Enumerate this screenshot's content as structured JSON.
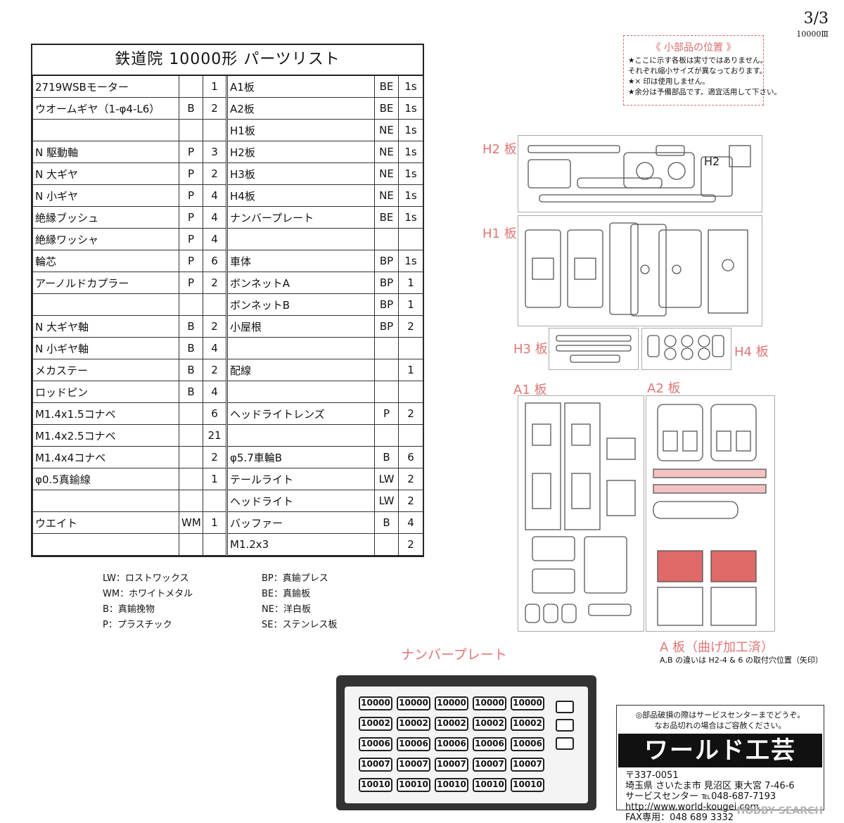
{
  "page_number": "3/3",
  "model_code": "10000Ⅲ",
  "parts_list": {
    "title": "鉄道院  10000形  パーツリスト",
    "rows": [
      [
        "2719WSBモーター",
        "",
        "1",
        "A1板",
        "BE",
        "1s"
      ],
      [
        "ウオームギヤ（1-φ4-L6）",
        "B",
        "2",
        "A2板",
        "BE",
        "1s"
      ],
      [
        "",
        "",
        "",
        "H1板",
        "NE",
        "1s"
      ],
      [
        "N 駆動軸",
        "P",
        "3",
        "H2板",
        "NE",
        "1s"
      ],
      [
        "N 大ギヤ",
        "P",
        "2",
        "H3板",
        "NE",
        "1s"
      ],
      [
        "N 小ギヤ",
        "P",
        "4",
        "H4板",
        "NE",
        "1s"
      ],
      [
        "絶縁ブッシュ",
        "P",
        "4",
        "ナンバープレート",
        "BE",
        "1s"
      ],
      [
        "絶縁ワッシャ",
        "P",
        "4",
        "",
        "",
        ""
      ],
      [
        "輪芯",
        "P",
        "6",
        "車体",
        "BP",
        "1s"
      ],
      [
        "アーノルドカプラー",
        "P",
        "2",
        "ボンネットA",
        "BP",
        "1"
      ],
      [
        "",
        "",
        "",
        "ボンネットB",
        "BP",
        "1"
      ],
      [
        "N 大ギヤ軸",
        "B",
        "2",
        "小屋根",
        "BP",
        "2"
      ],
      [
        "N 小ギヤ軸",
        "B",
        "4",
        "",
        "",
        ""
      ],
      [
        "メカステー",
        "B",
        "2",
        "配線",
        "",
        "1"
      ],
      [
        "ロッドピン",
        "B",
        "4",
        "",
        "",
        ""
      ],
      [
        "M1.4x1.5コナベ",
        "",
        "6",
        "ヘッドライトレンズ",
        "P",
        "2"
      ],
      [
        "M1.4x2.5コナベ",
        "",
        "21",
        "",
        "",
        ""
      ],
      [
        "M1.4x4コナベ",
        "",
        "2",
        "φ5.7車輪B",
        "B",
        "6"
      ],
      [
        "φ0.5真鍮線",
        "",
        "1",
        "テールライト",
        "LW",
        "2"
      ],
      [
        "",
        "",
        "",
        "ヘッドライト",
        "LW",
        "2"
      ],
      [
        "ウエイト",
        "WM",
        "1",
        "バッファー",
        "B",
        "4"
      ],
      [
        "",
        "",
        "",
        "M1.2x3",
        "",
        "2"
      ]
    ]
  },
  "legend": {
    "left": [
      "LW：ロストワックス",
      "WM：ホワイトメタル",
      "B：真鍮挽物",
      "P：プラスチック"
    ],
    "right": [
      "BP：真鍮プレス",
      "BE：真鍮板",
      "NE：洋白板",
      "SE：ステンレス板"
    ]
  },
  "notes": {
    "title": "《 小部品の位置 》",
    "lines": [
      "★ここに示す各板は実寸ではありません。",
      "それぞれ縮小サイズが異なっております。",
      "★× 印は使用しません。",
      "★余分は予備部品です。適宜活用して下さい。"
    ]
  },
  "sheets": {
    "h2": "H2 板",
    "h2_tag": "H2",
    "h1": "H1 板",
    "h3": "H3 板",
    "h4": "H4 板",
    "a1": "A1 板",
    "a2": "A2 板",
    "a_bent": "A 板（曲げ加工済）",
    "a_note": "A,B の違いは H2-4 & 6 の取付穴位置（矢印）"
  },
  "number_plate": {
    "label": "ナンバープレート",
    "numbers": [
      "10000",
      "10002",
      "10006",
      "10007",
      "10010"
    ]
  },
  "company": {
    "notes": [
      "◎部品破損の際はサービスセンターまでどうぞ。",
      "なお品切れの場合はご容赦ください。"
    ],
    "name": "ワールド工芸",
    "postal": "〒337-0051",
    "address": "埼玉県 さいたま市 見沼区 東大宮 7-46-6",
    "service": "サービスセンター  ℡048-687-7193",
    "url": "http://www.world-kougei.com",
    "fax": "FAX専用：048 689 3332"
  },
  "watermark": "HOBBY SEARCH",
  "colors": {
    "accent": "#e07575",
    "ink": "#111111"
  }
}
